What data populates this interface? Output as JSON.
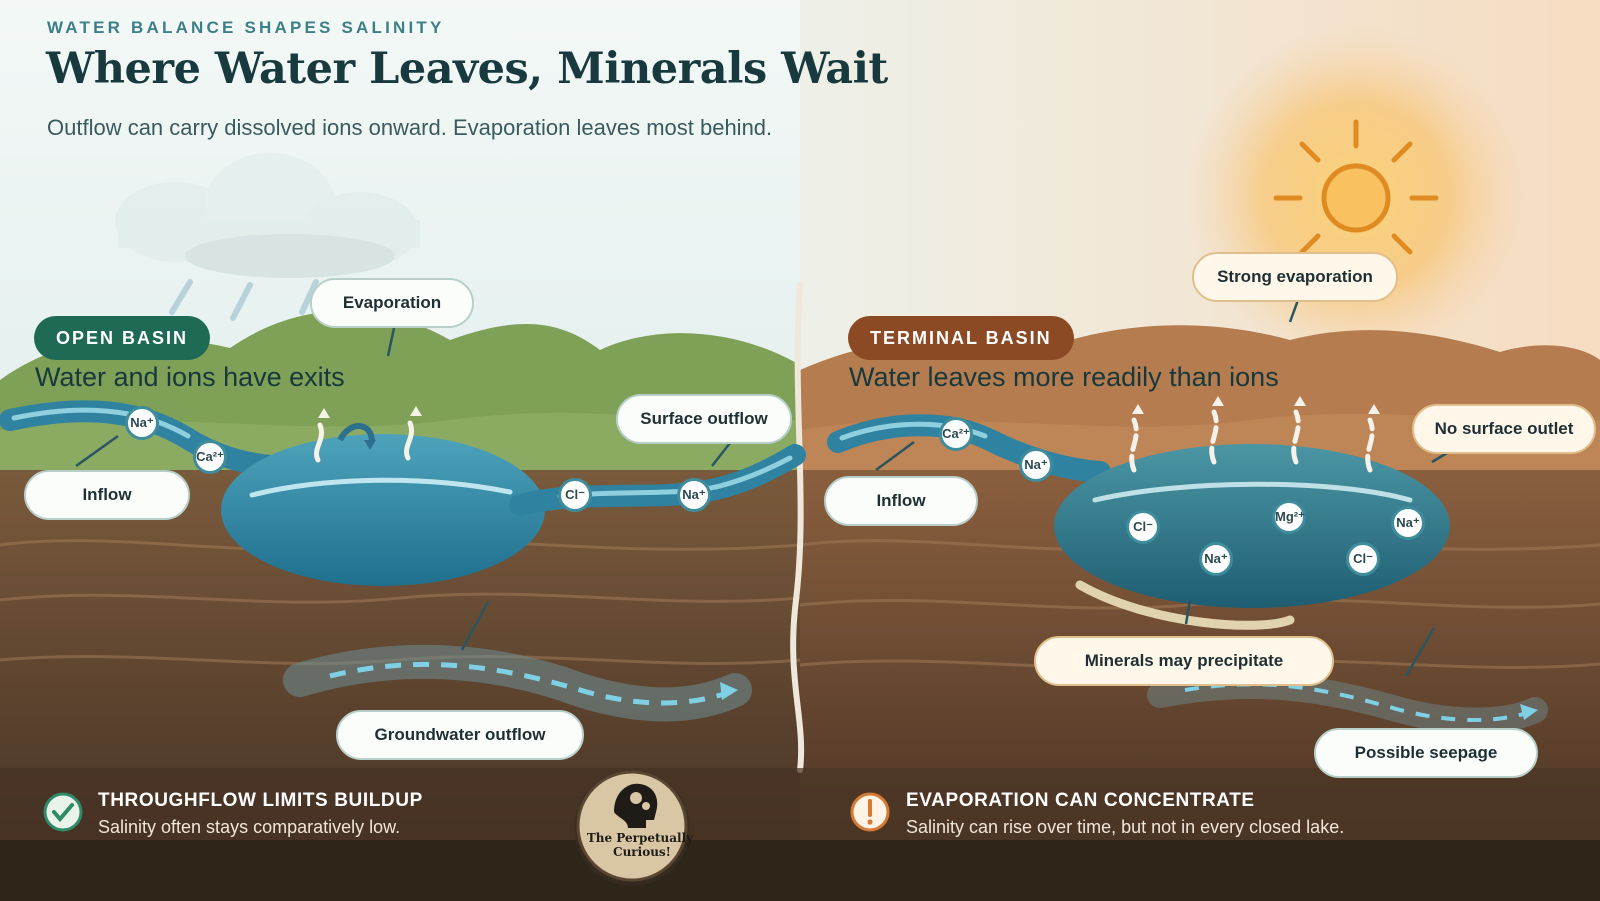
{
  "header": {
    "kicker": "WATER BALANCE SHAPES SALINITY",
    "title": "Where Water Leaves, Minerals Wait",
    "subtitle": "Outflow can carry dissolved ions onward. Evaporation leaves most behind."
  },
  "open_basin": {
    "badge": "OPEN BASIN",
    "heading": "Water and ions have exits",
    "labels": {
      "evaporation": "Evaporation",
      "inflow": "Inflow",
      "surface_outflow": "Surface outflow",
      "groundwater_outflow": "Groundwater outflow"
    },
    "ions": [
      "Na⁺",
      "Ca²⁺",
      "Cl⁻",
      "Na⁺"
    ],
    "footer": {
      "title": "THROUGHFLOW LIMITS BUILDUP",
      "subtitle": "Salinity often stays comparatively low."
    }
  },
  "terminal_basin": {
    "badge": "TERMINAL BASIN",
    "heading": "Water leaves more readily than ions",
    "labels": {
      "strong_evaporation": "Strong evaporation",
      "inflow": "Inflow",
      "no_surface_outlet": "No surface outlet",
      "minerals_precipitate": "Minerals may precipitate",
      "possible_seepage": "Possible seepage"
    },
    "ions": [
      "Ca²⁺",
      "Na⁺",
      "Cl⁻",
      "Mg²⁺",
      "Na⁺",
      "Na⁺",
      "Cl⁻"
    ],
    "footer": {
      "title": "EVAPORATION CAN CONCENTRATE",
      "subtitle": "Salinity can rise over time, but not in every closed lake."
    }
  },
  "logo": {
    "line1": "The Perpetually",
    "line2": "Curious!"
  },
  "colors": {
    "open_accent": "#1f6a55",
    "terminal_accent": "#8c4a24",
    "water": "#2f8aa6",
    "soil": "#5a3f2c"
  },
  "icons": [
    "sun-icon",
    "cloud-icon",
    "check-icon",
    "warning-icon",
    "head-gears-icon"
  ]
}
